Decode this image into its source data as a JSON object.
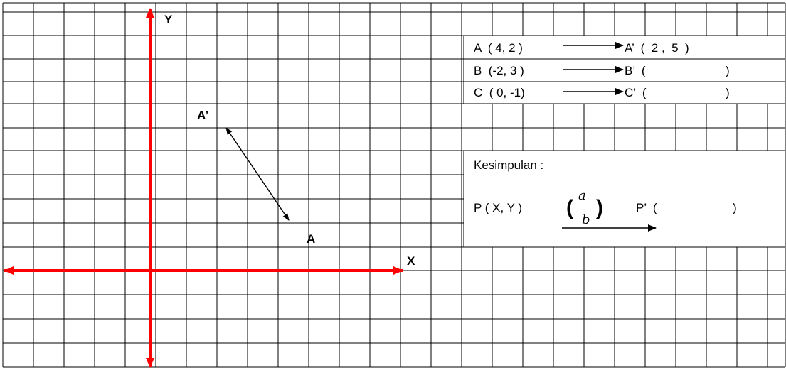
{
  "diagram": {
    "axis_x_label": "X",
    "axis_y_label": "Y",
    "point_a_label": "A",
    "point_a_prime_label": "A’",
    "colors": {
      "axes": "#ff0000",
      "grid": "#000000",
      "arrow": "#000000"
    }
  },
  "table": {
    "rows": [
      {
        "source": "A  ( 4, 2 )",
        "target": "A’  (  2 ,  5  )"
      },
      {
        "source": "B  (-2, 3 )",
        "target": "B’  ("
      },
      {
        "source": "C  ( 0, -1)",
        "target": "C’  ("
      }
    ],
    "close_paren": ")",
    "conclusion_title": "Kesimpulan :",
    "formula_source": "P ( X, Y )",
    "vector_top": "a",
    "vector_bottom": "b",
    "vector_open": "(",
    "vector_close": ")",
    "formula_target": "P’  (",
    "formula_close": ")"
  }
}
